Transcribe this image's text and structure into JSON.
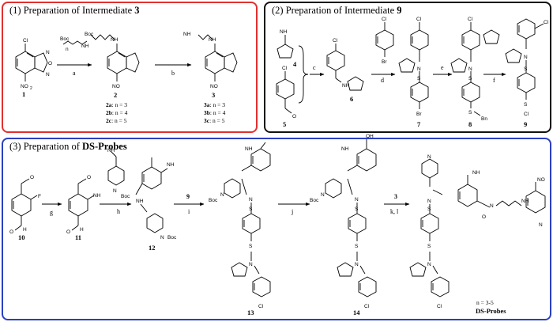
{
  "panels": {
    "p1": {
      "num": "(1)",
      "title": "Preparation of Intermediate",
      "target": "3"
    },
    "p2": {
      "num": "(2)",
      "title": "Preparation of Intermediate",
      "target": "9"
    },
    "p3": {
      "num": "(3)",
      "title": "Preparation of",
      "target": "DS-Probes"
    }
  },
  "compounds": {
    "c1": "1",
    "c2": "2",
    "c3": "3",
    "c4": "4",
    "c5": "5",
    "c6": "6",
    "c7": "7",
    "c8": "8",
    "c9": "9",
    "c10": "10",
    "c11": "11",
    "c12": "12",
    "c13": "13",
    "c14": "14",
    "dsprobes": "DS-Probes"
  },
  "variants": {
    "v2a": "2a",
    "v2b": "2b",
    "v2c": "2c",
    "v3a": "3a",
    "v3b": "3b",
    "v3c": "3c",
    "n3": ": n = 3",
    "n4": ": n = 4",
    "n5": ": n = 5",
    "range": "n = 3-5"
  },
  "conditions": {
    "a": "a",
    "b": "b",
    "c": "c",
    "d": "d",
    "e": "e",
    "f": "f",
    "g": "g",
    "h": "h",
    "i": "i",
    "j": "j",
    "kl": "k, l",
    "reagent9": "9",
    "reagent3": "3"
  },
  "atoms": {
    "Cl": "Cl",
    "N": "N",
    "O": "O",
    "S": "S",
    "F": "F",
    "Br": "Br",
    "NO2": "NO",
    "two": "2",
    "NH": "NH",
    "NH2": "NH",
    "H": "H",
    "N_h": "N",
    "Boc": "Boc",
    "Bn": "Bn",
    "OH": "OH",
    "n": "n"
  }
}
